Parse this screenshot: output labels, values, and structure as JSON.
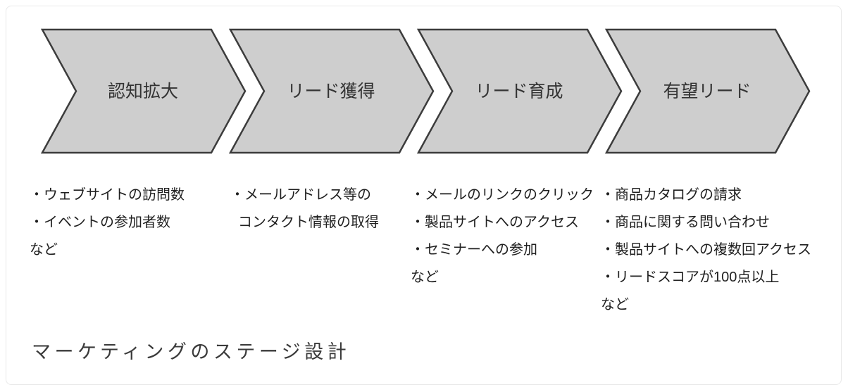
{
  "caption": "マーケティングのステージ設計",
  "colors": {
    "chevron_fill": "#cecece",
    "chevron_border": "#3c3c3c",
    "label_text": "#333333",
    "body_text": "#1f1f1f",
    "frame_border": "#e9e9e9"
  },
  "stages": [
    {
      "label": "認知拡大",
      "bullets": [
        "・ウェブサイトの訪問数",
        "・イベントの参加者数",
        "など"
      ]
    },
    {
      "label": "リード獲得",
      "bullets": [
        "・メールアドレス等の",
        "コンタクト情報の取得"
      ]
    },
    {
      "label": "リード育成",
      "bullets": [
        "・メールのリンクのクリック",
        "・製品サイトへのアクセス",
        "・セミナーへの参加",
        "など"
      ]
    },
    {
      "label": "有望リード",
      "bullets": [
        "・商品カタログの請求",
        "・商品に関する問い合わせ",
        "・製品サイトへの複数回アクセス",
        "・リードスコアが100点以上",
        "など"
      ]
    }
  ]
}
